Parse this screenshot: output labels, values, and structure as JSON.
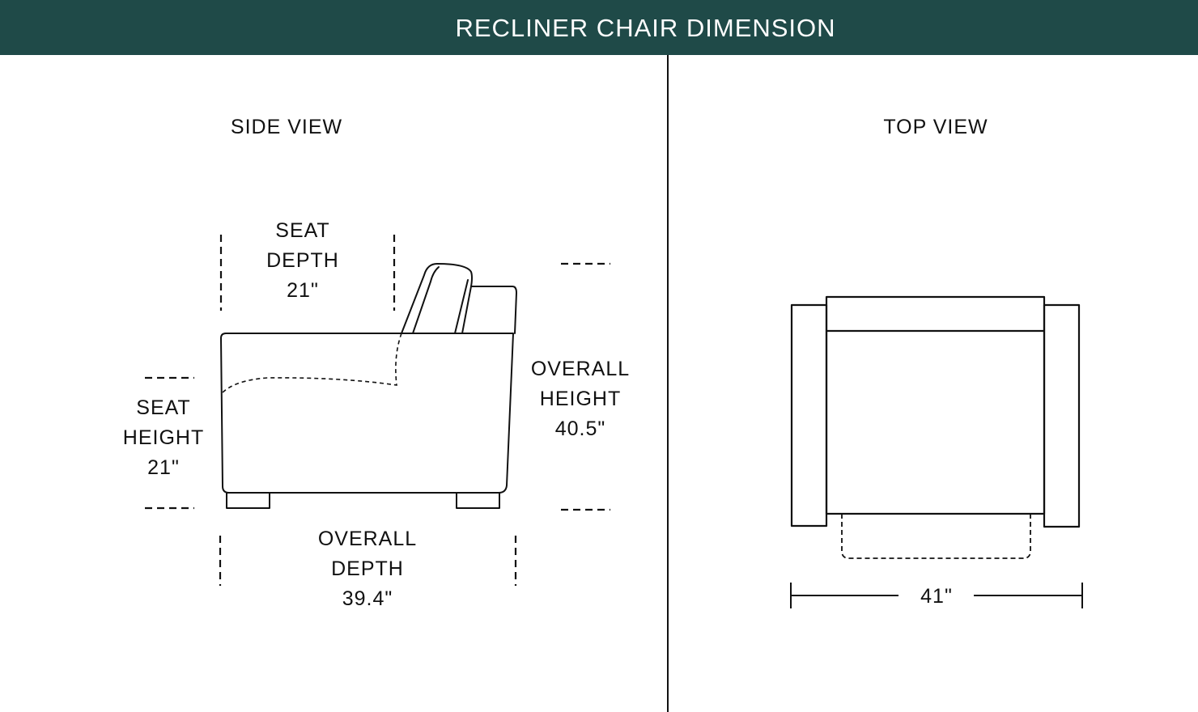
{
  "header": {
    "title": "RECLINER CHAIR DIMENSION",
    "background_color": "#1f4a48"
  },
  "side_view": {
    "title": "SIDE VIEW",
    "seat_depth": {
      "line1": "SEAT",
      "line2": "DEPTH",
      "value": "21\""
    },
    "seat_height": {
      "line1": "SEAT",
      "line2": "HEIGHT",
      "value": "21\""
    },
    "overall_height": {
      "line1": "OVERALL",
      "line2": "HEIGHT",
      "value": "40.5\""
    },
    "overall_depth": {
      "line1": "OVERALL",
      "line2": "DEPTH",
      "value": "39.4\""
    }
  },
  "top_view": {
    "title": "TOP VIEW",
    "width_value": "41\""
  }
}
